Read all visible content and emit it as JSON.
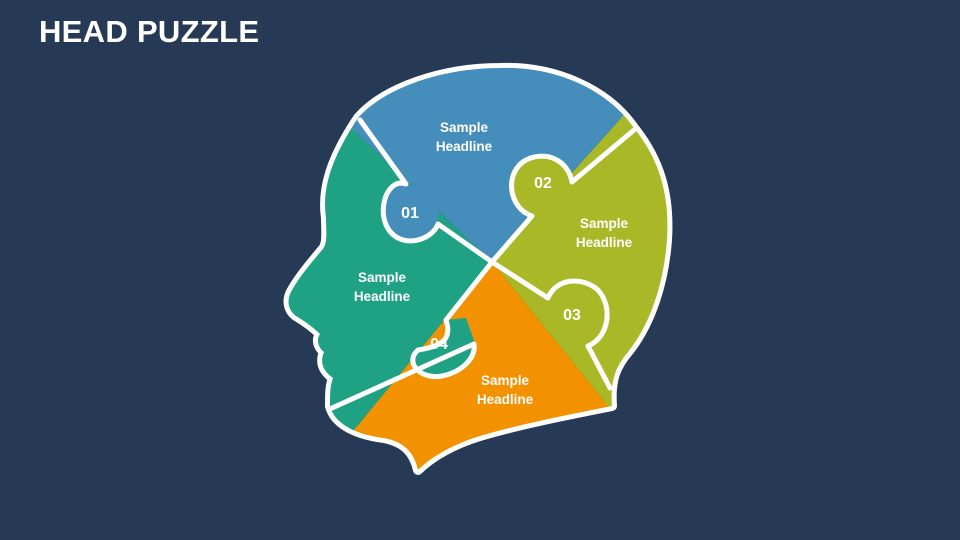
{
  "title": "HEAD PUZZLE",
  "colors": {
    "background": "#263a55",
    "blue": "#458ebb",
    "green": "#a9b826",
    "orange": "#f39200",
    "teal": "#1fa283",
    "outline": "#ffffff"
  },
  "pieces": [
    {
      "number": "01",
      "headline_line1": "Sample",
      "headline_line2": "Headline",
      "color": "#458ebb"
    },
    {
      "number": "02",
      "headline_line1": "Sample",
      "headline_line2": "Headline",
      "color": "#a9b826"
    },
    {
      "number": "03",
      "headline_line1": "Sample",
      "headline_line2": "Headline",
      "color": "#f39200"
    },
    {
      "number": "04",
      "headline_line1": "Sample",
      "headline_line2": "Headline",
      "color": "#1fa283"
    }
  ]
}
